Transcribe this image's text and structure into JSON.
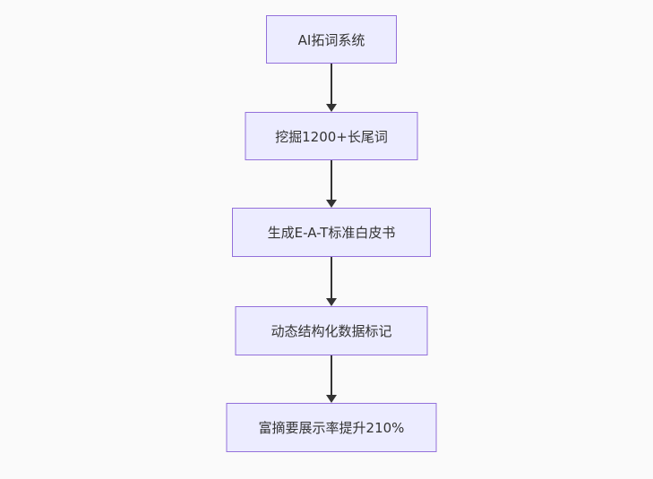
{
  "diagram": {
    "type": "flowchart",
    "direction": "top-down",
    "nodes": [
      {
        "id": "step-1",
        "label": "AI拓词系统"
      },
      {
        "id": "step-2",
        "label": "挖掘1200+长尾词"
      },
      {
        "id": "step-3",
        "label": "生成E-A-T标准白皮书"
      },
      {
        "id": "step-4",
        "label": "动态结构化数据标记"
      },
      {
        "id": "step-5",
        "label": "富摘要展示率提升210%"
      }
    ],
    "edges": [
      {
        "from": "step-1",
        "to": "step-2"
      },
      {
        "from": "step-2",
        "to": "step-3"
      },
      {
        "from": "step-3",
        "to": "step-4"
      },
      {
        "from": "step-4",
        "to": "step-5"
      }
    ],
    "colors": {
      "node_fill": "#ECECFF",
      "node_border": "#9370DB",
      "arrow": "#333333",
      "text": "#333333",
      "background": "#FAFAFA"
    }
  }
}
